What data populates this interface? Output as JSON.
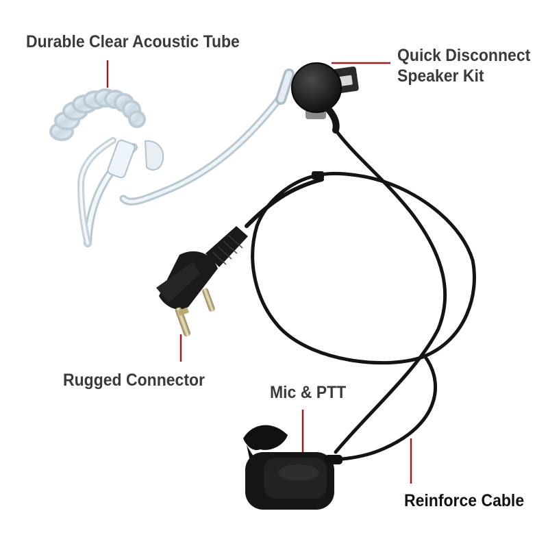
{
  "labels": {
    "acoustic_tube": "Durable Clear Acoustic Tube",
    "speaker_kit_line1": "Quick Disconnect",
    "speaker_kit_line2": "Speaker Kit",
    "rugged_connector": "Rugged Connector",
    "mic_ptt": "Mic & PTT",
    "reinforce_cable": "Reinforce Cable"
  },
  "colors": {
    "pointer_line": "#a01c1c",
    "label_text": "#3a3a3a",
    "cable": "#141414",
    "tube": "#d9e6ee",
    "metal": "#c9b98a"
  },
  "icons": {
    "product": "two-wire-earpiece-headset"
  }
}
